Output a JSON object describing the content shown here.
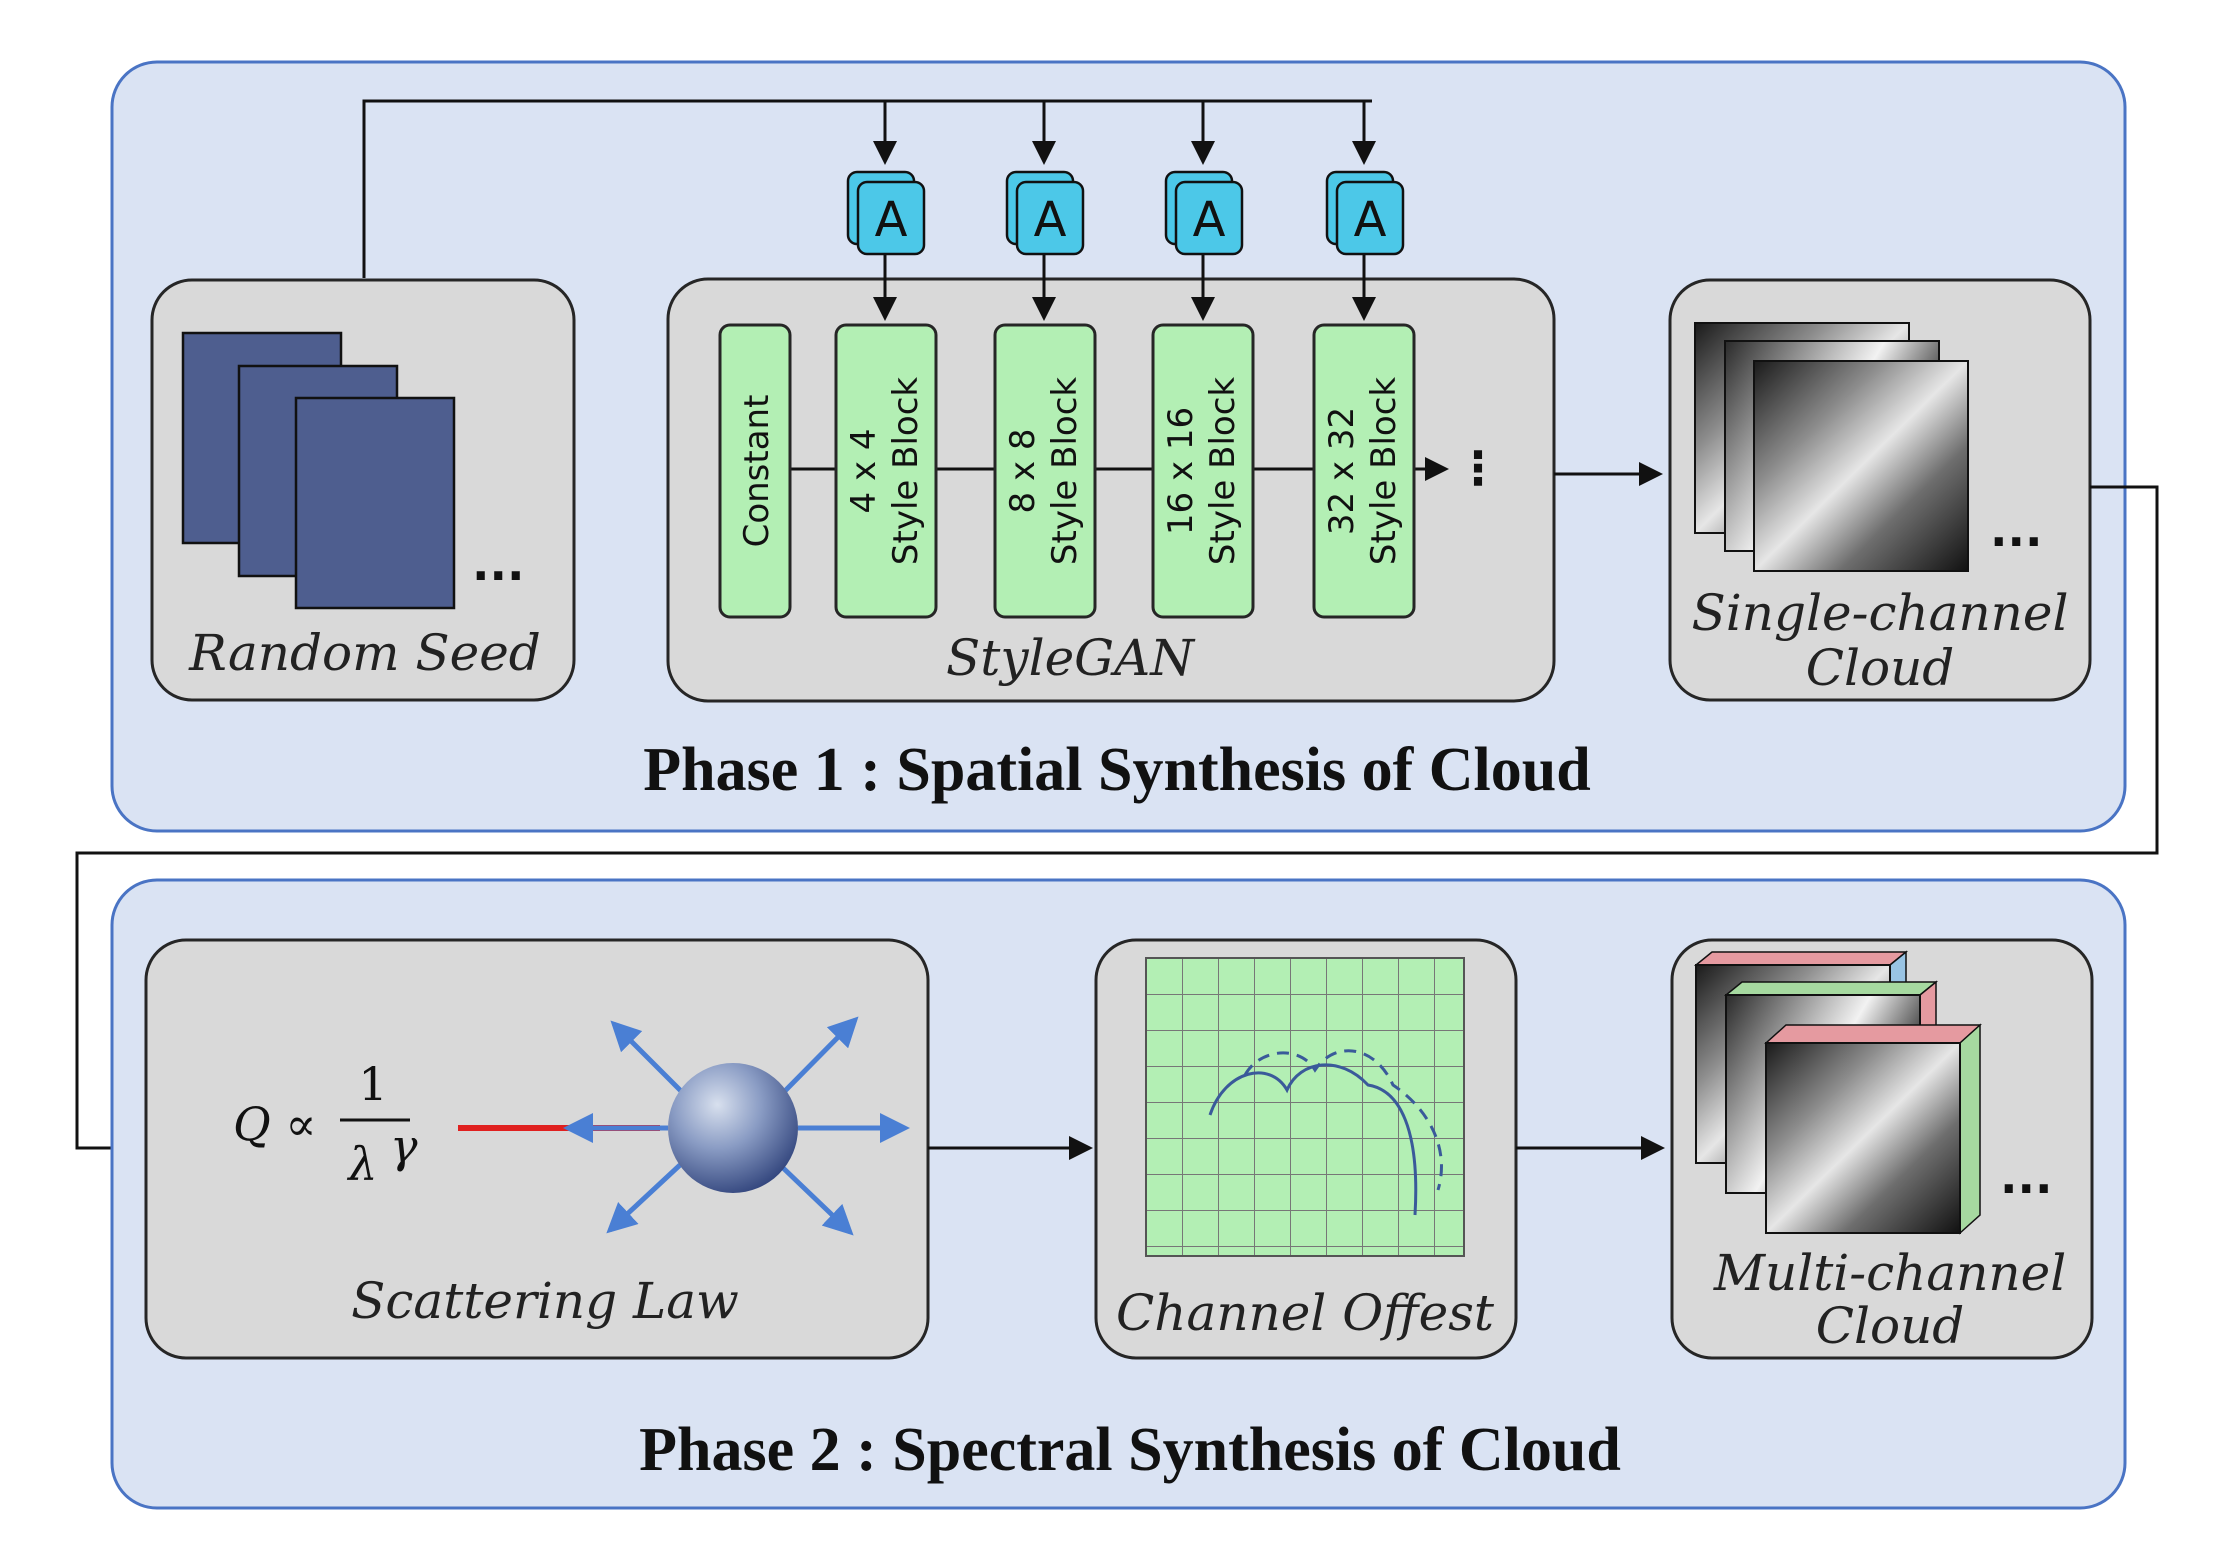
{
  "phase1": {
    "title": "Phase 1 : Spatial Synthesis of Cloud",
    "random_seed_label": "Random Seed",
    "stylegan_label": "StyleGAN",
    "constant_label": "Constant",
    "style_blocks": [
      {
        "size": "4 x 4",
        "name": "Style Block"
      },
      {
        "size": "8 x 8",
        "name": "Style Block"
      },
      {
        "size": "16 x 16",
        "name": "Style Block"
      },
      {
        "size": "32 x 32",
        "name": "Style Block"
      }
    ],
    "affine_label": "A",
    "output_label_line1": "Single-channel",
    "output_label_line2": "Cloud",
    "ellipsis": "...",
    "vertical_ellipsis": "⋮"
  },
  "phase2": {
    "title": "Phase 2 : Spectral Synthesis of Cloud",
    "formula": {
      "lhs": "Q ∝",
      "numerator": "1",
      "denominator": "λ",
      "exponent": "γ"
    },
    "scattering_label": "Scattering Law",
    "offset_label": "Channel Offest",
    "output_label_line1": "Multi-channel",
    "output_label_line2": "Cloud",
    "ellipsis": "..."
  },
  "colors": {
    "panel_fill": "#dae3f3",
    "panel_border": "#4a74c4",
    "module_fill": "#d9d9d9",
    "block_green": "#b3efb4",
    "affine_blue": "#4cc8e8",
    "seed_navy": "#4e5e8f",
    "scatter_arrow": "#4a7fd4",
    "incident_red": "#e0201f"
  }
}
